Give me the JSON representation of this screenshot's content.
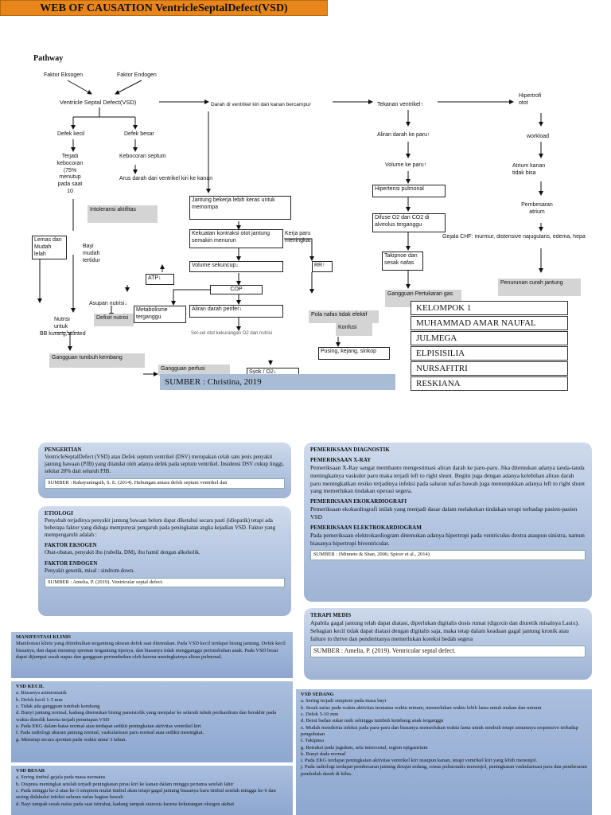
{
  "title": "WEB OF CAUSATION VentricleSeptalDefect(VSD)",
  "pathway_label": "Pathway",
  "nodes": {
    "faktor_eksogen": "Faktor Eksogen",
    "faktor_endogen": "Faktor Endogen",
    "vsd": "Ventricle Septal Defect(VSD)",
    "defek_kecil": "Defek kecil",
    "defek_besar": "Defek besar",
    "terjadi_kebocoran": "Terjadi kebocoran (75% menutup pada saat 10",
    "kebocoran_septum": "Kebocoran septum",
    "arus_darah": "Arus darah dari ventrikel kiri ke kanan",
    "intoleransi": "Intoleransi aktifitas",
    "lemas": "Lemas dan Mudah lelah",
    "bayi": "Bayi mudah tertidur",
    "asupan": "Asupan nutrisi↓",
    "nutrisi": "Nutrisi untuk metabolis",
    "defisit": "Defisit nutrisi",
    "bb_kurang": "BB kurang,stunted",
    "gangguan_tumbuh": "Gangguan tumbuh kembang",
    "atp": "ATP↓",
    "metabolisme": "Metabolisme terganggu",
    "darah_bercampur": "Darah di ventrikel kiri dan kanan bercampur",
    "jantung_bekerja": "Jantung bekerja lebih keras untuk memompa",
    "kekuatan": "Kekuatan kontraksi otot jantung semakin menurun",
    "volume_sekuncup": "Volume sekuncup↓",
    "cop": "COP",
    "aliran_perifer": "Aliran darah perifer↓",
    "sel_selotot": "Sel-sel otot kekurangan O2 dan nutrisi",
    "kerja_paru": "Kerja paru meningkat",
    "rr": "RR↑",
    "pola_nafas": "Pola nafas tidak efektif",
    "tekanan_ventrikel": "Tekanan ventrikel↑",
    "aliran_paru": "Aliran darah ke paru↑",
    "volume_paru": "Volume ke paru↑",
    "hipertensi": "Hipertensi pulmonal",
    "difuse": "Difuse O2 dan CO2 di alveolus terganggu",
    "takipnoe": "Takipnoe dan sesak nafas",
    "gangguan_pertukaran": "Gangguan Pertukaran gas",
    "hipertrofi": "Hipertrofi otot",
    "workload": "workload",
    "atrium": "Atrium kanan tidak bisa",
    "pembesaran": "Pembesaran atrium",
    "gejala_chf": "Gejala CHF: murmur, distensive najugularis, edema, hepa",
    "penurunan": "Penurunan curah jantung",
    "konfusi": "Konfusi",
    "pusing": "Pusing, kejang, sinkop",
    "gangguan_perfusi": "Gangguan perfusi",
    "syok": "Syok / O2↓"
  },
  "kelompok": [
    "KELOMPOK 1",
    "MUHAMMAD AMAR NAUFAL",
    "JULMEGA",
    "ELPISISILIA",
    "NURSAFITRI",
    "RESKIANA"
  ],
  "source_top": "SUMBER : Christina, 2019",
  "pengertian": {
    "heading": "PENGERTIAN",
    "body": "VentricleSeptalDefect (VSD) atau Defek septum ventrikel (DSV) merupakan celah satu jenis penyakit jantung bawaan (PJB) yang ditandai oleh adanya defek pada septum ventrikel. Insidensi DSV cukup tinggi, sekitar 20% dari seluruh PJB.",
    "source": "SUMBER : Rahayuningsih, S. E. (2014). Hubungan antara defek septum ventrikel dan"
  },
  "etiologi": {
    "heading": "ETIOLOGI",
    "body": "Penyebab terjadinya penyakit jantung bawaan belum dapat diketahui secara pasti (idiopatik) tetapi ada beberapa faktor yang diduga mempunyai pengaruh pada peningkatan angka kejadian VSD. Faktor yang mempengaruhi adalah :",
    "eksogen_h": "FAKTOR EKSOGEN",
    "eksogen": "Obat-obatan, penyakit ibu (rubella, DM), ibu hamil dengan alkoholik.",
    "endogen_h": "FAKTOR ENDOGEN",
    "endogen": "Penyakit genetik, misal : sindrom down.",
    "source": "SUMBER : Amelia, P. (2019). Ventricular septal defect."
  },
  "diagnostik": {
    "heading": "PEMERIKSAAN DIAGNOSTIK",
    "xray_h": "PEMERIKSAAN X-RAY",
    "xray": "Pemeriksaan X-Ray sangat membantu mengestimasi aliran darah ke paru-paru. Jika ditemukan adanya tanda-tanda meningkatnya vaskuler paru maka terjadi left to right shunt. Begitu juga dengan adanya kelebihan aliran darah paru meningkatkan resiko terjadinya infeksi pada saluran nafas bawah juga menunjukkan adanya left to right shunt yang memerlukan tindakan operasi segera.",
    "eko_h": "PEMERIKSAAN EKOKARDIOGRAFI",
    "eko": "Pemeriksaan ekokardiografi inilah yang menjadi dasar dalam melakukan tindakan terapi terhadap pasien-pasien VSD",
    "ekg_h": "PEMERIKSAAN ELEKTROKARDIOGRAM",
    "ekg": "Pada pemeriksaan elektrokardiogram ditemukan adanya hipertropi pada ventriculus dextra ataupun sinistra, namun biasanya hipertropi biventricular.",
    "source": "SUMBER : (Minnete & Shan, 2006; Spicer et al., 2014)"
  },
  "terapi": {
    "heading": "TERAPI MEDIS",
    "body": "Apabila gagal jantung telah dapat diatasi, diperlukan digitalis dosis rumat (digoxin dan diuretik misalnya Lasix). Sebagian kecil tidak dapat diatasi dengan digitalis saja, maka tetap dalam keadaan gagal jantung kronik atau failure to thrive dan penderitanya memerlukan koreksi bedah segera",
    "source": "SUMBER : Amelia, P. (2019). Ventricular septal defect."
  },
  "manifestasi": {
    "heading": "MANIFESTASI KLINIS",
    "body": "Manifestasi klinis yang ditimbulkan tergantung ukuran defek saat ditemukan. Pada VSD kecil terdapat bising jantung. Defek kecil biasanya, dan dapat menutup spontan tergantung tipenya, dan biasanya tidak mengganggu pertumbuhan anak. Pada VSD besar dapat dijumpai sesak napas dan gangguan pertumbuhan oleh karena meningkatnya aliran pulmonal."
  },
  "vsd_kecil": {
    "heading": "VSD KECIL",
    "items": [
      "a. Biasanya asimtomatik",
      "b. Defek kecil 1-5 mm",
      "c. Tidak ada gangguan tumbuh kembang",
      "d. Bunyi jantung normal, kadang ditemukan bising pansistolik yang menjalar ke seluruh tubuh perikardium dan berakhir pada waktu distolik karena terjadi penutupan VSD",
      "e. Pada EKG dalam batas normal atau terdapat sedikit peningkatan aktivitas ventrikel kiri",
      "f. Pada radiologi ukuran jantung normal, vaskularisasi paru normal atau sedikit meningkat.",
      "g. Menutup secara spontan pada waktu umur 3 tahun."
    ]
  },
  "vsd_sedang": {
    "heading": "VSD SEDANG",
    "items": [
      "a. Sering terjadi simptom pada masa bayi",
      "b. Sesak nafas pada waktu aktivitas terutama waktu minum, memerlukan waktu lebih lama untuk makan dan minum",
      "c. Defek 5-10 mm",
      "d. Berat badan sukar naik sehingga tumbuh kembang anak terganggu",
      "e. Mudah menderita infeksi pada paru-paru dan biasanya memerlukan waktu lama untuk sembuh tetapi umumnya responsive terhadap pengobatan",
      "f. Takipnea",
      "g. Retraksi pada jugulum, sela intercostal, region epigastrium",
      "h. Bunyi dada normal",
      "i. Pada EKG terdapat peningkatan aktivitas ventrikel kiri maupun kanan, tetapi ventrikel kiri yang lebih menonjol.",
      "j. Pada radiologi terdapat pembesaran jantung derajat sedang, conus pulmonalis menonjol, peningkatan vaskularisasi paru dan pemberaran pembuluh darah di hilus."
    ]
  },
  "vsd_besar": {
    "heading": "VSD BESAR",
    "items": [
      "a. Sering timbul gejala pada masa neonatus",
      "b. Dispnea meningkat setelah terjadi peningkatan pirau kiri ke kanan dalam minggu pertama setelah lahir",
      "c. Pada minggu ke-2 atau ke-3 simptom mulai timbul akan tetapi gagal jantung biasanya baru timbul setelah minggu ke-6 dan sering didahului infeksi saluran nafas bagian bawah",
      "d. Bayi tampak sesak nafas pada saat istirahat, kadang tampak sianosis karena kekurangan oksigen akibat"
    ]
  }
}
